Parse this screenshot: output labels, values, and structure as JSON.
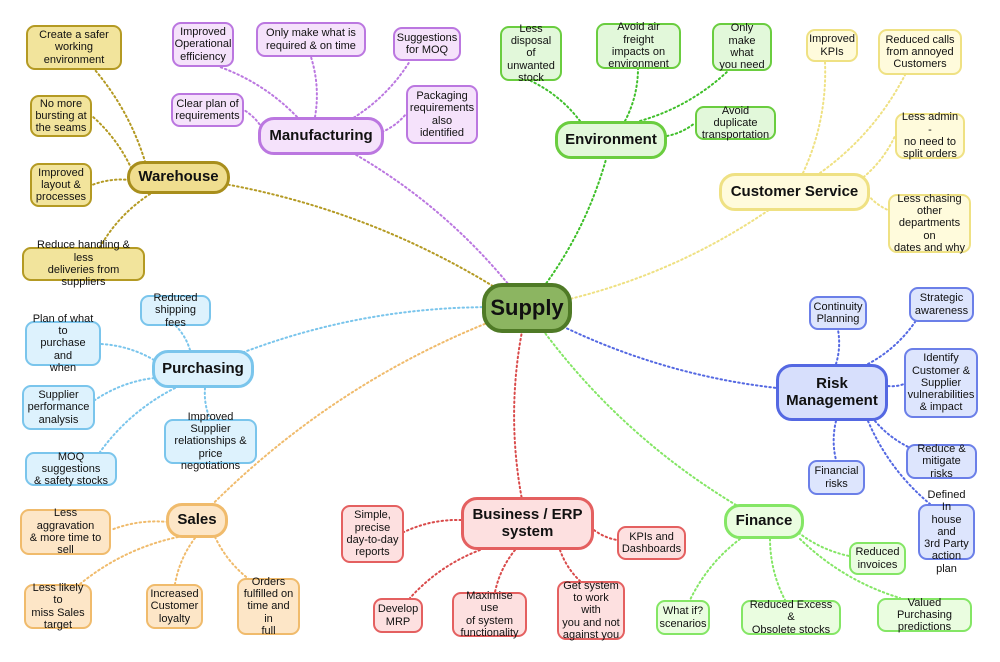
{
  "center": {
    "label": "Supply"
  },
  "hubs": {
    "warehouse": "Warehouse",
    "manufacturing": "Manufacturing",
    "environment": "Environment",
    "customer_service": "Customer Service",
    "purchasing": "Purchasing",
    "risk": "Risk\nManagement",
    "sales": "Sales",
    "erp": "Business / ERP\nsystem",
    "finance": "Finance"
  },
  "warehouse": {
    "items": [
      "Create a safer\nworking\nenvironment",
      "No more\nbursting at\nthe seams",
      "Improved\nlayout &\nprocesses",
      "Reduce handling & less\ndeliveries from suppliers"
    ]
  },
  "manufacturing": {
    "items": [
      "Improved\nOperational\nefficiency",
      "Only make what is\nrequired & on time",
      "Suggestions\nfor MOQ",
      "Clear plan of\nrequirements",
      "Packaging\nrequirements\nalso\nidentified"
    ]
  },
  "environment": {
    "items": [
      "Less\ndisposal of\nunwanted\nstock",
      "Avoid air freight\nimpacts on\nenvironment",
      "Only\nmake what\nyou need",
      "Avoid duplicate\ntransportation"
    ]
  },
  "customer_service": {
    "items": [
      "Improved\nKPIs",
      "Reduced calls\nfrom annoyed\nCustomers",
      "Less admin -\nno need to\nsplit orders",
      "Less chasing\nother\ndepartments on\ndates and why"
    ]
  },
  "purchasing": {
    "items": [
      "Reduced\nshipping fees",
      "Plan of what to\npurchase and\nwhen",
      "Supplier\nperformance\nanalysis",
      "Improved Supplier\nrelationships &\nprice negotiations",
      "MOQ suggestions\n& safety stocks"
    ]
  },
  "risk": {
    "items": [
      "Continuity\nPlanning",
      "Strategic\nawareness",
      "Identify\nCustomer &\nSupplier\nvulnerabilities\n& impact",
      "Financial\nrisks",
      "Reduce &\nmitigate risks",
      "Defined In\nhouse and\n3rd Party\naction plan"
    ]
  },
  "sales": {
    "items": [
      "Less aggravation\n& more time to\nsell",
      "Less likely to\nmiss Sales\ntarget",
      "Increased\nCustomer\nloyalty",
      "Orders\nfulfilled on\ntime and in\nfull"
    ]
  },
  "erp": {
    "items": [
      "Simple,\nprecise\nday-to-day\nreports",
      "KPIs and\nDashboards",
      "Develop\nMRP",
      "Maximise use\nof system\nfunctionality",
      "Get system\nto work with\nyou and not\nagainst you"
    ]
  },
  "finance": {
    "items": [
      "Reduced\ninvoices",
      "What if?\nscenarios",
      "Reduced Excess &\nObsolete stocks",
      "Valued Purchasing\npredictions"
    ]
  },
  "colors": {
    "warehouse": "#b49a23",
    "manufacturing": "#bb77e0",
    "environment": "#3fbf2a",
    "customer_service": "#efe183",
    "purchasing": "#7ac5ec",
    "risk": "#5468e2",
    "sales": "#f0bb6c",
    "erp": "#d94a4a",
    "finance": "#84e665"
  }
}
